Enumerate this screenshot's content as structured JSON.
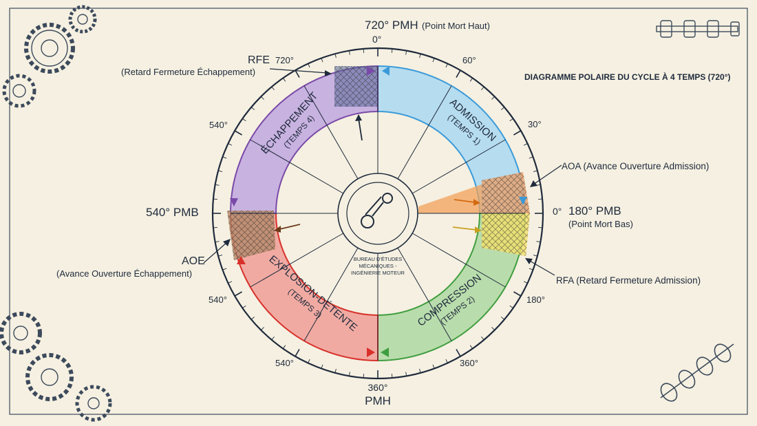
{
  "title": "DIAGRAMME POLAIRE DU CYCLE À 4 TEMPS (720°)",
  "top": {
    "main": "720° PMH",
    "sub": "(Point Mort Haut)",
    "deg": "0°"
  },
  "bottom": {
    "deg": "360°",
    "label": "PMH"
  },
  "left": {
    "label": "540° PMB"
  },
  "right": {
    "deg": "0°",
    "label": "180° PMB",
    "sub": "(Point Mort Bas)"
  },
  "ticks": {
    "t720": "720°",
    "t60": "60°",
    "t30": "30°",
    "t540_upper": "540°",
    "t540_lower": "540°",
    "t180": "180°",
    "t540_bottom": "540°",
    "t360": "360°"
  },
  "phases": {
    "admission": {
      "name": "ADMISSION",
      "temps": "(TEMPS 1)",
      "color": "#3a9ad9",
      "fill": "#b6dcef"
    },
    "compression": {
      "name": "COMPRESSION",
      "temps": "(TEMPS 2)",
      "color": "#3f9e3f",
      "fill": "#b9dcac"
    },
    "explosion": {
      "name": "EXPLOSION-DÉTENTE",
      "temps": "(TEMPS 3)",
      "color": "#d9302a",
      "fill": "#f0aaa2"
    },
    "echappement": {
      "name": "ÉCHAPPEMENT",
      "temps": "(TEMPS 4)",
      "color": "#7a4aa8",
      "fill": "#c8b2e0"
    }
  },
  "annotations": {
    "rfe": {
      "abbr": "RFE",
      "full": "(Retard Fermeture Échappement)"
    },
    "aoa": {
      "full": "AOA (Avance Ouverture Admission)"
    },
    "aoe": {
      "abbr": "AOE",
      "full": "(Avance Ouverture Échappement)"
    },
    "rfa": {
      "full": "RFA (Retard Fermeture Admission)"
    }
  },
  "center": {
    "line1": "BUREAU D'ÉTUDES",
    "line2": "MÉCANIQUES -",
    "line3": "INGÉNIERIE MOTEUR"
  },
  "icons": [
    "gear-icon",
    "camshaft-icon",
    "connecting-rod-icon"
  ]
}
